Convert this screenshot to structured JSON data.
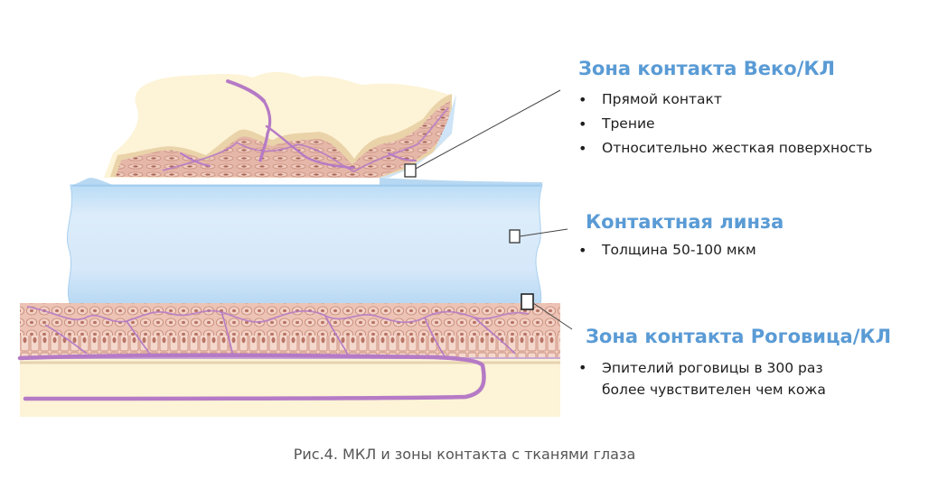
{
  "accent_color": "#5a9bd5",
  "sections": {
    "eyelid": {
      "title": "Зона контакта Веко/КЛ",
      "items": [
        "Прямой контакт",
        "Трение",
        "Относительно жесткая поверхность"
      ]
    },
    "lens": {
      "title": "Контактная линза",
      "items": [
        "Толщина 50-100 мкм"
      ]
    },
    "cornea": {
      "title": "Зона контакта Роговица/КЛ",
      "items": [
        "Эпителий роговицы в 300 раз",
        "более чувствителен чем кожа"
      ]
    }
  },
  "caption": "Рис.4. МКЛ и зоны контакта с тканями глаза"
}
